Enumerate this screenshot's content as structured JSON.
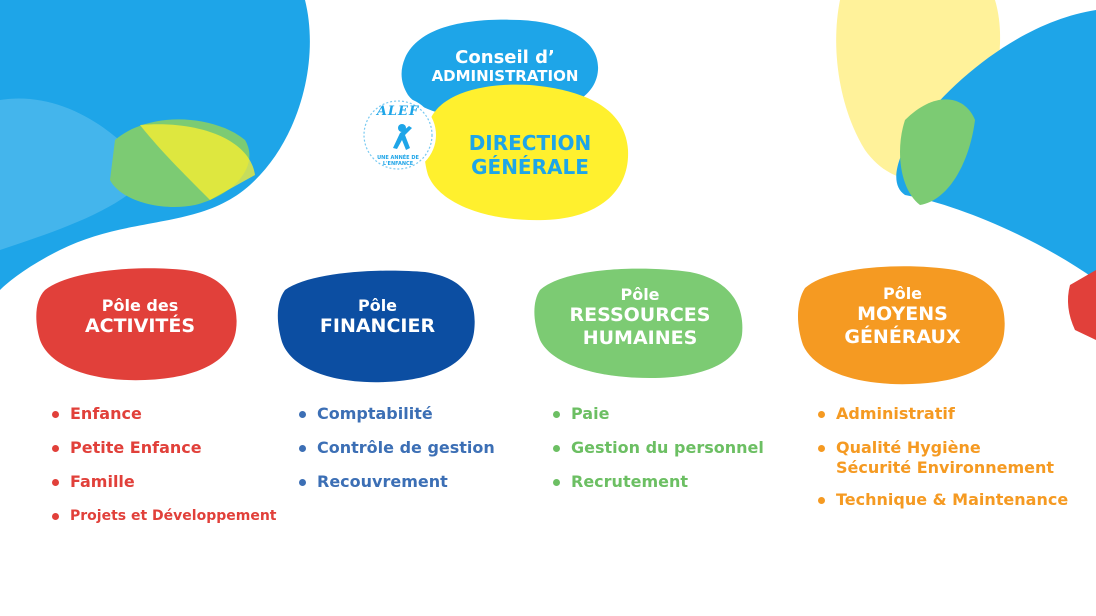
{
  "colors": {
    "blue": "#1ea5e8",
    "yellow": "#fff02e",
    "light_green": "#7ccb73",
    "red": "#e1403a",
    "navy": "#0c4ea2",
    "orange": "#f59a22"
  },
  "logo": {
    "text": "ALEF",
    "subtext": "UNE ANNÉE DE L'ENFANCE"
  },
  "top": {
    "conseil_line1": "Conseil d’",
    "conseil_line2": "ADMINISTRATION",
    "direction_line1": "DIRECTION",
    "direction_line2": "GÉNÉRALE"
  },
  "poles": [
    {
      "title_small": "Pôle des",
      "title_big": "ACTIVITÉS",
      "title_big2": "",
      "items": [
        "Enfance",
        "Petite Enfance",
        "Famille",
        "Projets et Développement"
      ]
    },
    {
      "title_small": "Pôle",
      "title_big": "FINANCIER",
      "title_big2": "",
      "items": [
        "Comptabilité",
        "Contrôle de gestion",
        "Recouvrement"
      ]
    },
    {
      "title_small": "Pôle",
      "title_big": "RESSOURCES",
      "title_big2": "HUMAINES",
      "items": [
        "Paie",
        "Gestion du personnel",
        "Recrutement"
      ]
    },
    {
      "title_small": "Pôle",
      "title_big": "MOYENS",
      "title_big2": "GÉNÉRAUX",
      "items": [
        "Administratif",
        "Qualité Hygiène",
        "Sécurité Environnement",
        "Technique & Maintenance"
      ]
    }
  ]
}
